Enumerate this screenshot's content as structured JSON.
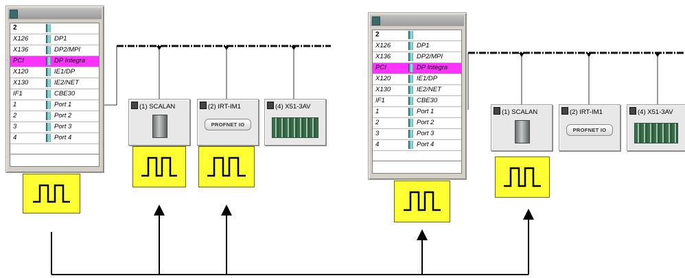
{
  "colors": {
    "background": "#ffffff",
    "selected_row": "#ff33ff",
    "clock_fill": "#ffff33",
    "bus_line": "#000000"
  },
  "diagram_left": {
    "rack": {
      "rows": [
        {
          "slot": "2",
          "name": ""
        },
        {
          "slot": "X126",
          "name": "DP1"
        },
        {
          "slot": "X136",
          "name": "DP2/MPI"
        },
        {
          "slot": "PCI",
          "name": "DP Integra",
          "selected": true
        },
        {
          "slot": "X120",
          "name": "IE1/DP"
        },
        {
          "slot": "X130",
          "name": "IE2/NET"
        },
        {
          "slot": "IF1",
          "name": "CBE30"
        },
        {
          "slot": "1",
          "name": "Port 1"
        },
        {
          "slot": "2",
          "name": "Port 2"
        },
        {
          "slot": "3",
          "name": "Port 3"
        },
        {
          "slot": "4",
          "name": "Port 4"
        }
      ]
    },
    "devices": [
      {
        "label": "(1) SCALAN",
        "icon": "scalance-switch-icon"
      },
      {
        "label": "(2) IRT-IM1",
        "icon": "profinet-io-icon",
        "plate_text": "PROFNET IO"
      },
      {
        "label": "(4) X51-3AV",
        "icon": "io-rack-icon"
      }
    ]
  },
  "diagram_right": {
    "rack": {
      "rows": [
        {
          "slot": "2",
          "name": ""
        },
        {
          "slot": "X126",
          "name": "DP1"
        },
        {
          "slot": "X136",
          "name": "DP2/MPI"
        },
        {
          "slot": "PCI",
          "name": "DP Integra",
          "selected": true
        },
        {
          "slot": "X120",
          "name": "IE1/DP"
        },
        {
          "slot": "X130",
          "name": "IE2/NET"
        },
        {
          "slot": "IF1",
          "name": "CBE30"
        },
        {
          "slot": "1",
          "name": "Port 1"
        },
        {
          "slot": "2",
          "name": "Port 2"
        },
        {
          "slot": "3",
          "name": "Port 3"
        },
        {
          "slot": "4",
          "name": "Port 4"
        }
      ]
    },
    "devices": [
      {
        "label": "(1) SCALAN",
        "icon": "scalance-switch-icon"
      },
      {
        "label": "(2) IRT-IM1",
        "icon": "profinet-io-icon",
        "plate_text": "PROFNET IO"
      },
      {
        "label": "(4) X51-3AV",
        "icon": "io-rack-icon"
      }
    ]
  },
  "clock_icon": "square-wave-clock-icon"
}
